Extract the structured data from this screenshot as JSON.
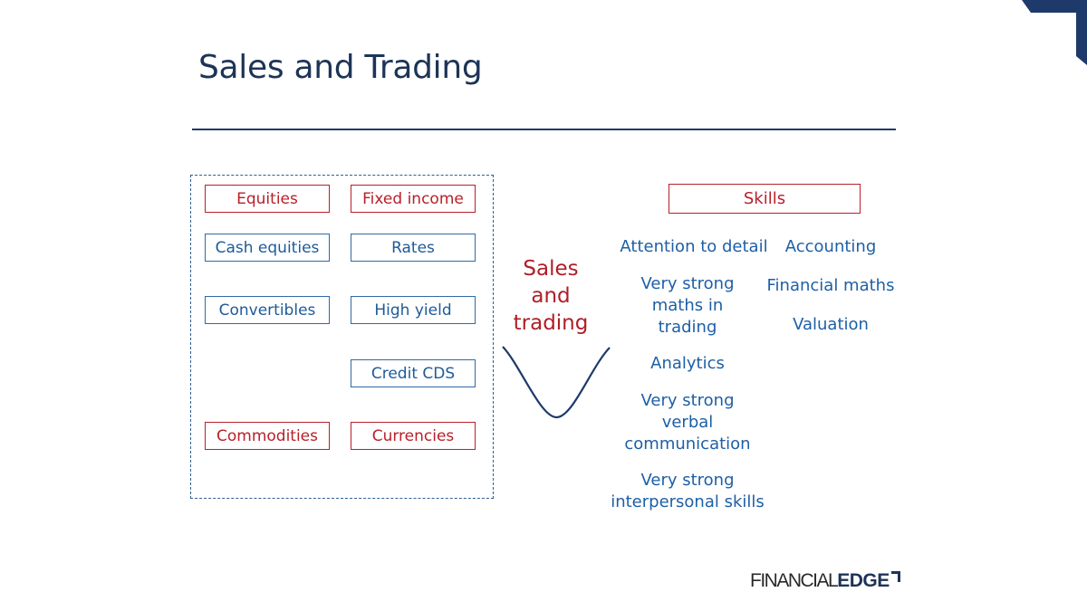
{
  "slide": {
    "title": "Sales and Trading"
  },
  "markets": {
    "row1": [
      "Equities",
      "Fixed income"
    ],
    "row2": [
      "Cash equities",
      "Rates"
    ],
    "row3": [
      "Convertibles",
      "High yield"
    ],
    "row4": [
      "Credit CDS"
    ],
    "row5": [
      "Commodities",
      "Currencies"
    ]
  },
  "center": {
    "label": "Sales\nand\ntrading"
  },
  "skills": {
    "header": "Skills",
    "left": [
      "Attention to detail",
      "Very strong\nmaths in\ntrading",
      "Analytics",
      "Very strong\nverbal\ncommunication",
      "Very strong\ninterpersonal skills"
    ],
    "right": [
      "Accounting",
      "Financial maths",
      "Valuation"
    ]
  },
  "logo": {
    "word1": "FINANCIAL",
    "word2": "EDGE"
  },
  "colors": {
    "title": "#1d3457",
    "red": "#b8202a",
    "blue": "#1d5fa6",
    "navy": "#1d3a6b"
  }
}
